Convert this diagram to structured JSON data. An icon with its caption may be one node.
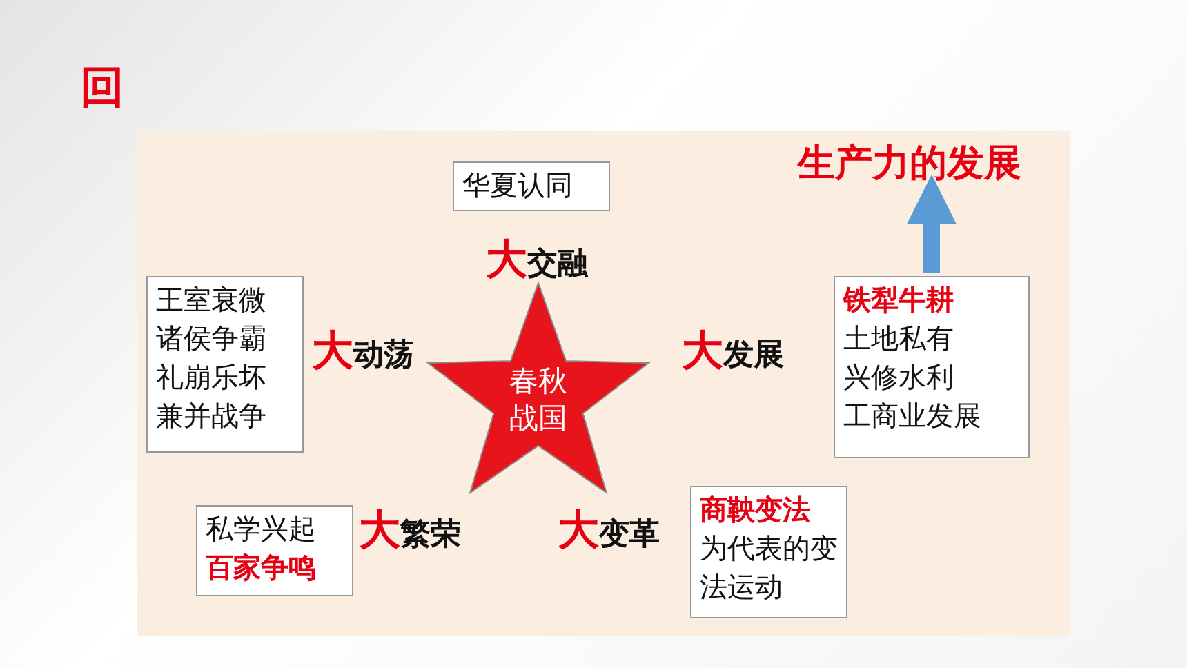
{
  "diagram": {
    "nodes": [
      {
        "text": [
          "生产力的发展"
        ]
      },
      {
        "text": [
          "华夏认同"
        ]
      },
      {
        "text": [
          "春秋战国"
        ]
      },
      {
        "text": [
          "王室衰微",
          "诸侯争霸",
          "礼崩乐坏",
          "兼并战争"
        ]
      },
      {
        "text": [
          "铁犁牛耕",
          "土地私有",
          "兴修水利",
          "工商业发展"
        ]
      },
      {
        "text": [
          "私学兴起",
          "百家争鸣"
        ]
      },
      {
        "text": [
          "商鞅变法",
          "为代表的变法运动"
        ]
      }
    ],
    "edges": [
      {
        "from": 4,
        "to": 0,
        "arrow": "to"
      }
    ],
    "labels": [
      "回",
      "大交融",
      "大动荡",
      "大发展",
      "大繁荣",
      "大变革"
    ]
  }
}
